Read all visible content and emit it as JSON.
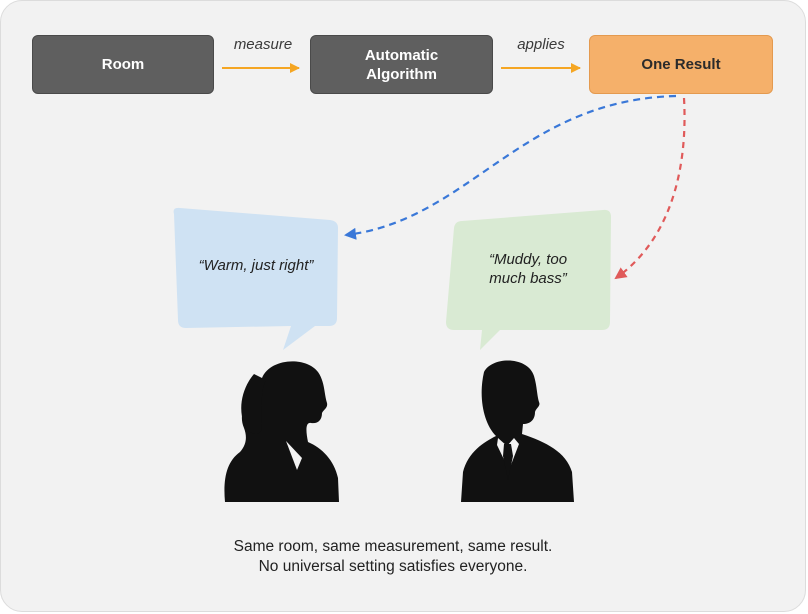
{
  "nodes": {
    "room": "Room",
    "algorithm_line1": "Automatic",
    "algorithm_line2": "Algorithm",
    "result": "One Result"
  },
  "edges": {
    "measure": "measure",
    "applies": "applies"
  },
  "bubbles": {
    "left_quote": "“Warm, just right”",
    "right_quote_line1": "“Muddy, too",
    "right_quote_line2": "much bass”"
  },
  "caption": {
    "line1": "Same room, same measurement, same result.",
    "line2": "No universal setting satisfies everyone."
  },
  "colors": {
    "panel": "#f2f2f2",
    "node_dark": "#5f5f5f",
    "node_result": "#f5b06a",
    "flow_arrow": "#f5a623",
    "blue_dashed": "#3a78d8",
    "red_dashed": "#e05a5a",
    "bubble_left": "#cfe2f3",
    "bubble_right": "#d9ead3",
    "silhouette": "#111111"
  }
}
